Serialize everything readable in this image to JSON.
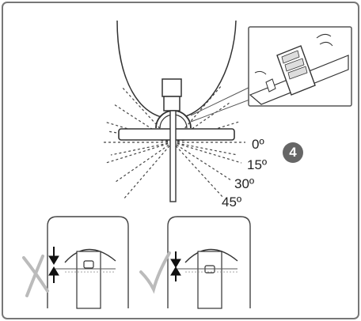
{
  "diagram": {
    "step_number": "4",
    "angle_labels": [
      "0º",
      "15º",
      "30º",
      "45º"
    ],
    "icons": {
      "wrong": "cross-mark-icon",
      "right": "check-mark-icon",
      "arrows": "up-down-arrows-icon"
    },
    "colors": {
      "line": "#333333",
      "panel": "#f4f4f4",
      "badge": "#666666",
      "mark": "#bbbbbb"
    }
  }
}
